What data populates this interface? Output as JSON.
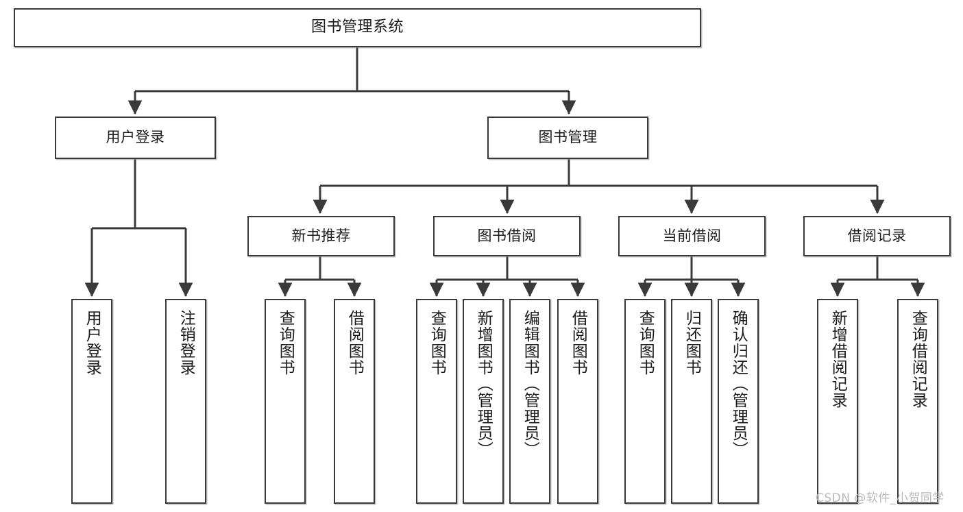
{
  "diagram": {
    "title": "图书管理系统",
    "watermark": "CSDN @软件_小贺同学",
    "line_color": "#3a3a3c",
    "box_fill": "#ffffff",
    "text_color": "#1b1b1d",
    "levels": {
      "root": {
        "label": "图书管理系统"
      },
      "level2": [
        {
          "label": "用户登录"
        },
        {
          "label": "图书管理"
        }
      ],
      "level3": [
        {
          "label": "新书推荐"
        },
        {
          "label": "图书借阅"
        },
        {
          "label": "当前借阅"
        },
        {
          "label": "借阅记录"
        }
      ],
      "leaves": {
        "user_login": [
          {
            "label": "用户登录"
          },
          {
            "label": "注销登录"
          }
        ],
        "new_book": [
          {
            "label": "查询图书"
          },
          {
            "label": "借阅图书"
          }
        ],
        "book_borrow": [
          {
            "label": "查询图书"
          },
          {
            "label": "新增图书（管理员）"
          },
          {
            "label": "编辑图书（管理员）"
          },
          {
            "label": "借阅图书"
          }
        ],
        "current_borrow": [
          {
            "label": "查询图书"
          },
          {
            "label": "归还图书"
          },
          {
            "label": "确认归还（管理员）"
          }
        ],
        "borrow_record": [
          {
            "label": "新增借阅记录"
          },
          {
            "label": "查询借阅记录"
          }
        ]
      }
    }
  }
}
